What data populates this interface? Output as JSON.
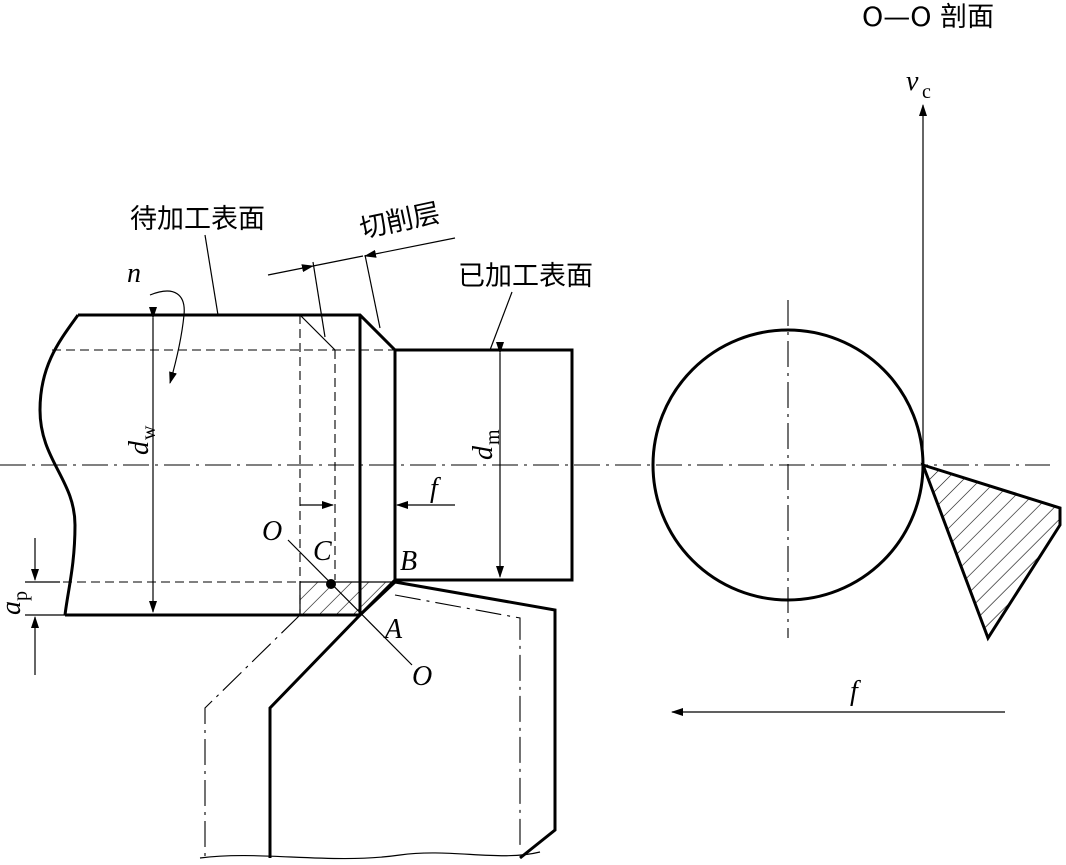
{
  "labels": {
    "section_title": "O—O 剖面",
    "surface_to_machine": "待加工表面",
    "cutting_layer": "切削层",
    "machined_surface": "已加工表面",
    "rotation_n": "n",
    "dw_main": "d",
    "dw_sub": "w",
    "dm_main": "d",
    "dm_sub": "m",
    "feed_f_left": "f",
    "feed_f_right": "f",
    "dp_main": "a",
    "dp_sub": "p",
    "point_O_top": "O",
    "point_O_bottom": "O",
    "point_A": "A",
    "point_B": "B",
    "point_C": "C",
    "vc_main": "v",
    "vc_sub": "c"
  }
}
